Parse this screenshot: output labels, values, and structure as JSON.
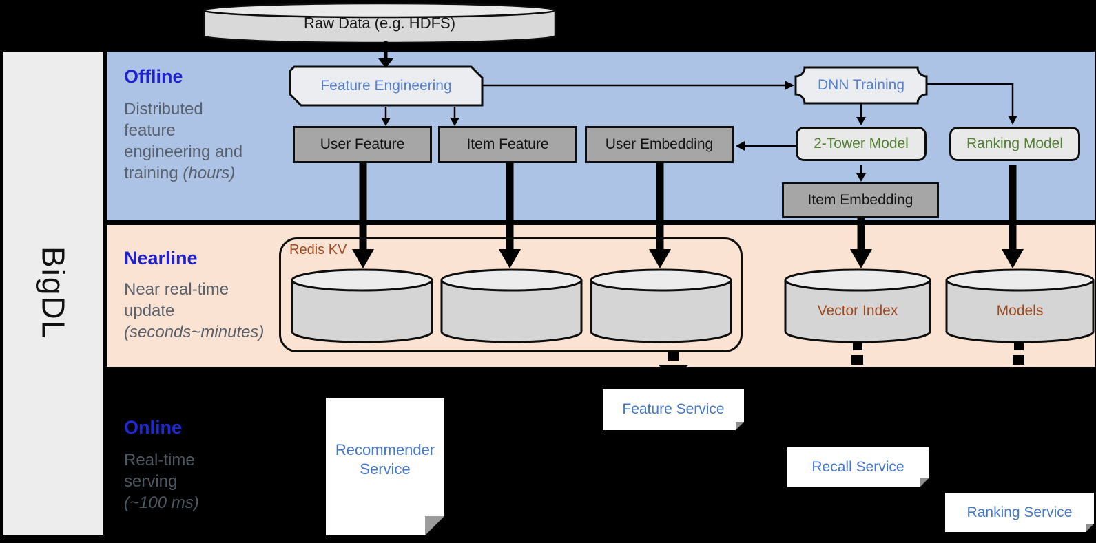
{
  "brand": {
    "label": "BigDL"
  },
  "raw_data": {
    "label": "Raw Data (e.g. HDFS)"
  },
  "sections": {
    "offline": {
      "title": "Offline",
      "line1": "Distributed",
      "line2": "feature",
      "line3": "engineering and",
      "line4a": "training ",
      "line4b_italic": "(hours)"
    },
    "nearline": {
      "title": "Nearline",
      "line1": "Near real-time",
      "line2": "update",
      "line3_italic": "(seconds~minutes)"
    },
    "online": {
      "title": "Online",
      "line1": "Real-time",
      "line2": "serving",
      "line3_italic": "(~100 ms)"
    }
  },
  "nodes": {
    "feature_engineering": "Feature Engineering",
    "dnn_training": "DNN Training",
    "user_feature": "User Feature",
    "item_feature": "Item Feature",
    "user_embedding": "User Embedding",
    "two_tower_model": "2-Tower Model",
    "ranking_model": "Ranking Model",
    "item_embedding": "Item Embedding",
    "redis_kv": "Redis KV",
    "vector_index": "Vector Index",
    "models": "Models",
    "recommender_service_line1": "Recommender",
    "recommender_service_line2": "Service",
    "feature_service": "Feature Service",
    "recall_service": "Recall Service",
    "ranking_service": "Ranking Service"
  },
  "colors": {
    "band_blue": "#adc3e6",
    "band_peach": "#fbe3d3",
    "section_title_blue": "#2121ce",
    "subtitle_gray": "#59616c",
    "node_text_blue": "#5480cd",
    "model_green": "#538135",
    "storage_brown": "#a0491e",
    "service_blue": "#4577c9",
    "box_gray": "#a6a6a6"
  }
}
